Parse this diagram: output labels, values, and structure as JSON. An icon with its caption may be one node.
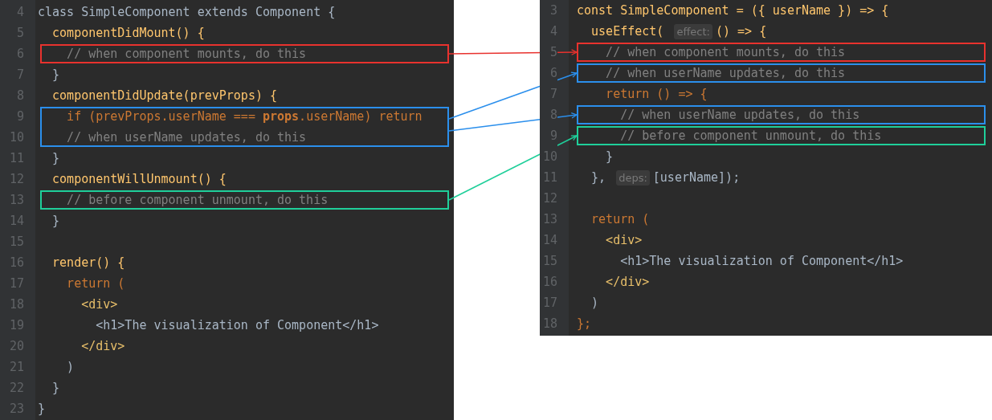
{
  "diagram": {
    "nodes": [
      {
        "text": [
          "// when component mounts, do this"
        ]
      },
      {
        "text": [
          "if (prevProps.userName === **props**.userName) return",
          "// when userName updates, do this"
        ]
      },
      {
        "text": [
          "// before component unmount, do this"
        ]
      },
      {
        "text": [
          "// when component mounts, do this"
        ]
      },
      {
        "text": [
          "// when userName updates, do this"
        ]
      },
      {
        "text": [
          "// when userName updates, do this"
        ]
      },
      {
        "text": [
          "// before component unmount, do this"
        ]
      }
    ],
    "edges": [
      {
        "from": 0,
        "to": 3,
        "arrow": "to",
        "color": "#e8322e"
      },
      {
        "from": 1,
        "to": 4,
        "arrow": "to",
        "color": "#2b8fec"
      },
      {
        "from": 1,
        "to": 5,
        "arrow": "to",
        "color": "#2b8fec"
      },
      {
        "from": 2,
        "to": 6,
        "arrow": "to",
        "color": "#1fcf9a"
      }
    ],
    "labels": [
      "4",
      "class SimpleComponent extends Component {",
      "5",
      "componentDidMount() {",
      "6",
      "7",
      "}",
      "8",
      "componentDidUpdate(prevProps) {",
      "9",
      "10",
      "11",
      "}",
      "12",
      "componentWillUnmount() {",
      "13",
      "14",
      "}",
      "15",
      "16",
      "render() {",
      "17",
      "return (",
      "18",
      "<div>",
      "19",
      "<h1>The visualization of Component</h1>",
      "20",
      "</div>",
      "21",
      ")",
      "22",
      "}",
      "23",
      "}",
      "3",
      "const SimpleComponent = ({ userName }) => {",
      "4",
      "useEffect(",
      "effect:",
      "() => {",
      "5",
      "6",
      "7",
      "return () => {",
      "8",
      "9",
      "10",
      "}",
      "11",
      "},",
      "deps:",
      "[userName]);",
      "12",
      "13",
      "return (",
      "14",
      "<div>",
      "15",
      "<h1>The visualization of Component</h1>",
      "16",
      "</div>",
      "17",
      ")",
      "18",
      "};"
    ]
  }
}
